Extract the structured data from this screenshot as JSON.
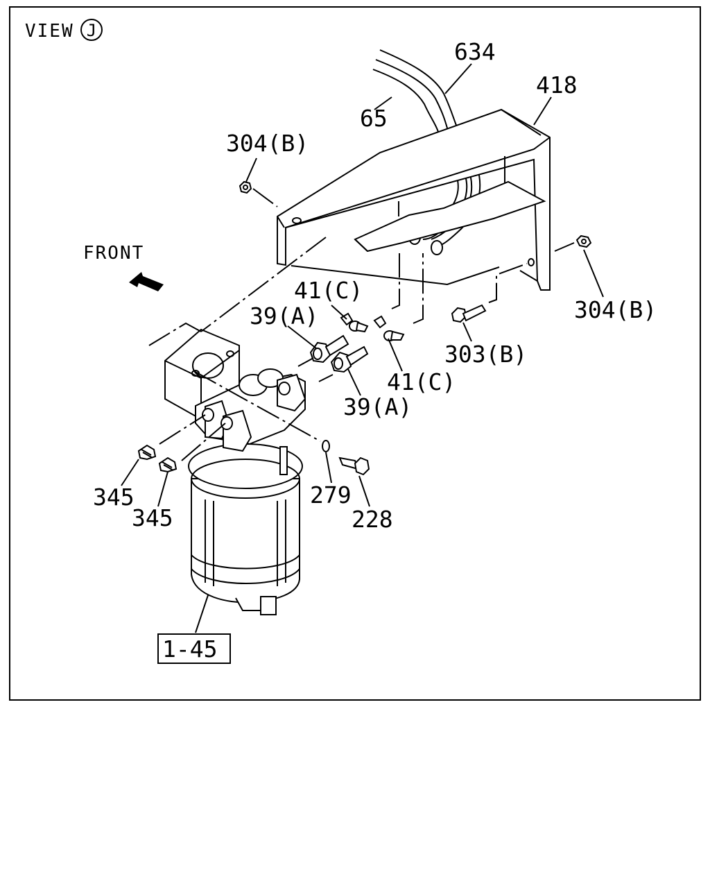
{
  "view": {
    "prefix": "VIEW",
    "letter": "J"
  },
  "direction_label": "FRONT",
  "callouts": {
    "c634": "634",
    "c418": "418",
    "c65": "65",
    "c304_top": "304(B)",
    "c304_right": "304(B)",
    "c41_top": "41(C)",
    "c41_bottom": "41(C)",
    "c39_top": "39(A)",
    "c39_bottom": "39(A)",
    "c303": "303(B)",
    "c345_a": "345",
    "c345_b": "345",
    "c279": "279",
    "c228": "228",
    "c1_45": "1-45"
  }
}
